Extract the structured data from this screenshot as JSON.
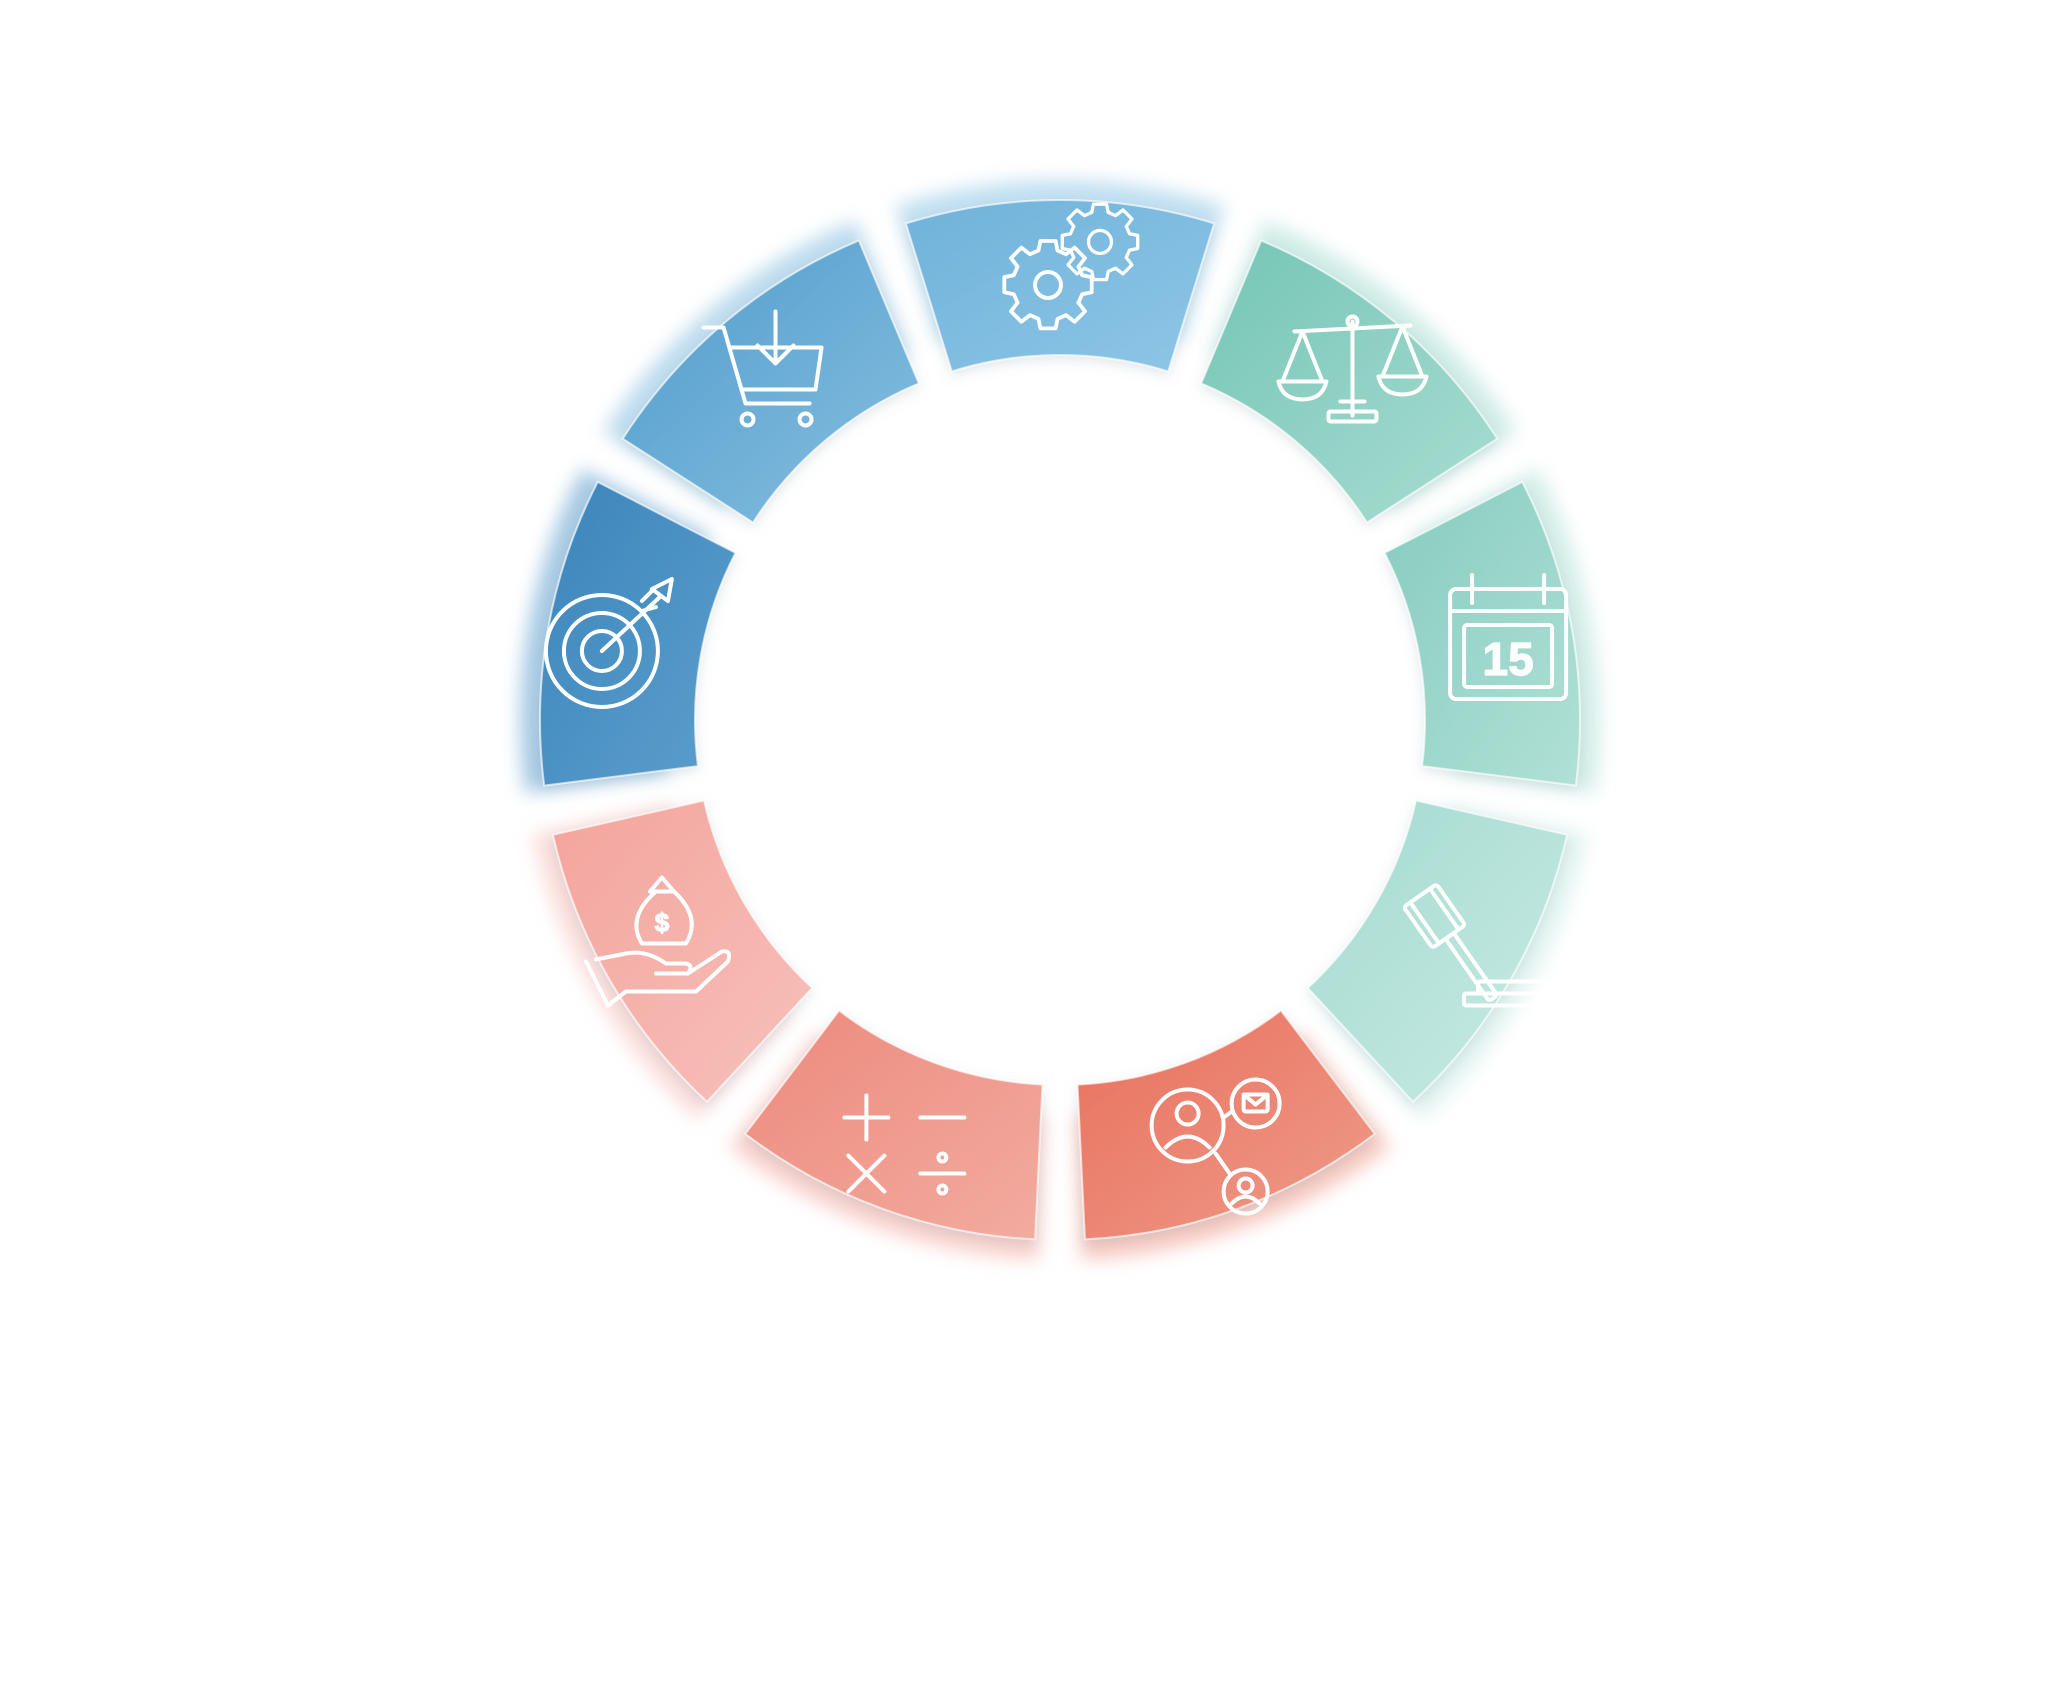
{
  "segments": [
    {
      "id": "gears",
      "icon": "gears-icon",
      "colors": [
        "#6fb2da",
        "#8ec6e6"
      ]
    },
    {
      "id": "scales",
      "icon": "scales-icon",
      "colors": [
        "#74c5b5",
        "#a9ddd2"
      ]
    },
    {
      "id": "calendar",
      "icon": "calendar-icon",
      "colors": [
        "#86ccbf",
        "#b1e0d6"
      ],
      "label": "15"
    },
    {
      "id": "gavel",
      "icon": "gavel-icon",
      "colors": [
        "#a3dad0",
        "#c9ebe4"
      ]
    },
    {
      "id": "network",
      "icon": "contact-network-icon",
      "colors": [
        "#e8705c",
        "#ef9c8b"
      ]
    },
    {
      "id": "math",
      "icon": "math-operators-icon",
      "colors": [
        "#ec8a7c",
        "#f3aba0"
      ]
    },
    {
      "id": "money",
      "icon": "money-hand-icon",
      "colors": [
        "#f3a49c",
        "#f7c1bb"
      ]
    },
    {
      "id": "target",
      "icon": "target-icon",
      "colors": [
        "#3a85bb",
        "#5e9fcd"
      ]
    },
    {
      "id": "cart",
      "icon": "cart-download-icon",
      "colors": [
        "#4f9ccc",
        "#88bfe0"
      ]
    }
  ]
}
